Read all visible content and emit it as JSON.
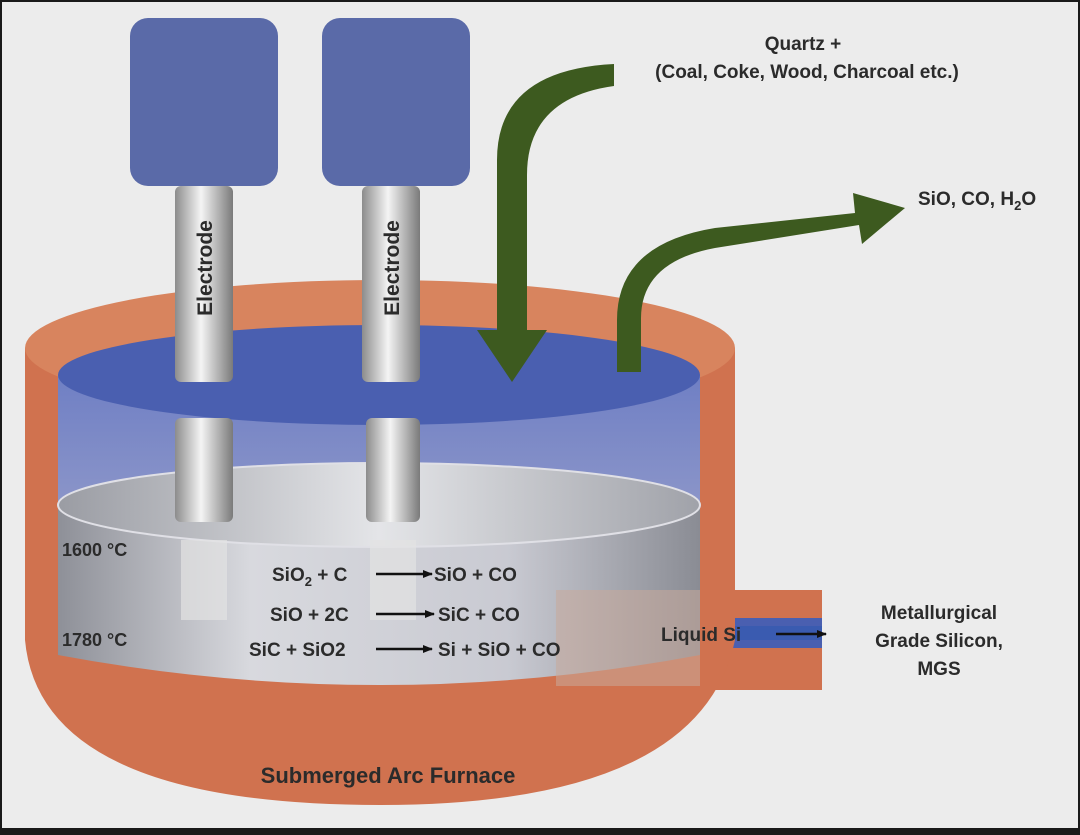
{
  "labels": {
    "electrode_left": "Electrode",
    "electrode_right": "Electrode",
    "input_line1": "Quartz +",
    "input_line2": "(Coal, Coke, Wood, Charcoal etc.)",
    "output_gases": "SiO, CO, H",
    "output_gases_sub": "2",
    "output_gases_tail": "O",
    "temp_top": "1600 °C",
    "temp_bottom": "1780 °C",
    "liquid_si": "Liquid Si",
    "product_line1": "Metallurgical",
    "product_line2": "Grade Silicon,",
    "product_line3": "MGS",
    "furnace_title": "Submerged Arc Furnace"
  },
  "reactions": [
    {
      "left": "SiO",
      "left_sub": "2",
      "left_tail": " + C",
      "right": "SiO + CO"
    },
    {
      "left": "SiO + 2C",
      "left_sub": "",
      "left_tail": "",
      "right": "SiC + CO"
    },
    {
      "left": "SiC + SiO2",
      "left_sub": "",
      "left_tail": "",
      "right": "Si + SiO + CO"
    }
  ],
  "colors": {
    "background": "#ececec",
    "furnace_shell": "#d0724f",
    "charge_blue": "#4a5fb0",
    "electrode_head": "#5a6aa8",
    "arrow_green": "#3d5a1f",
    "melt_grey": "#b9bcc4"
  }
}
